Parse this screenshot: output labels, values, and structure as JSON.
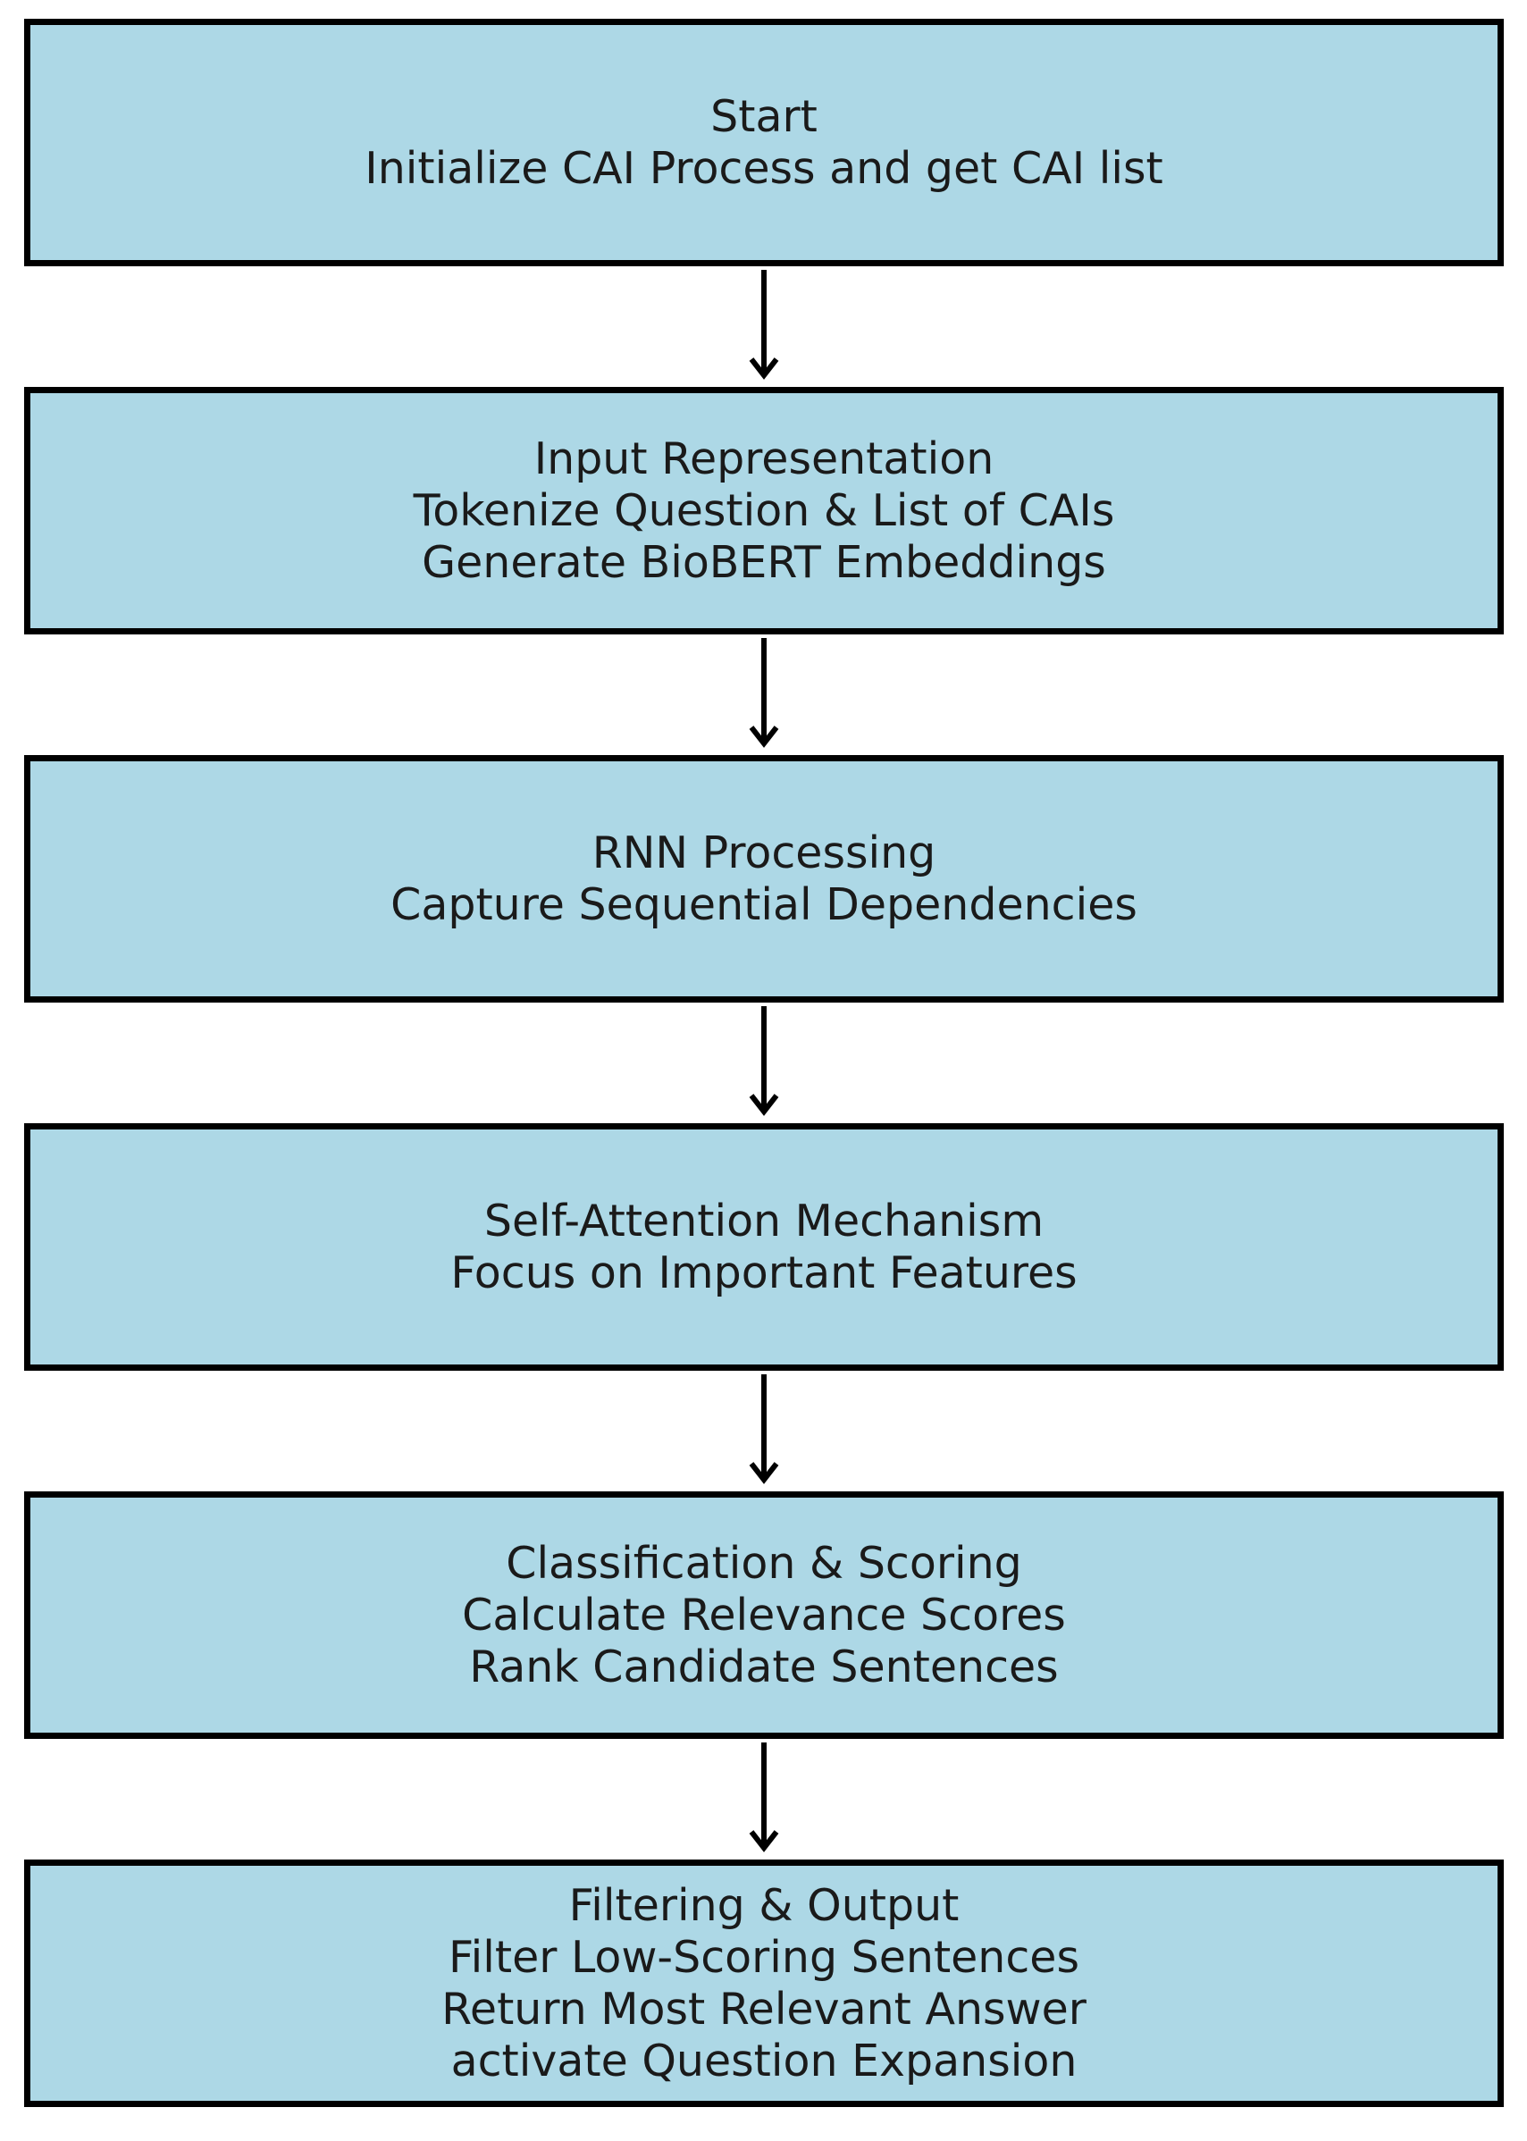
{
  "diagram": {
    "steps": [
      {
        "lines": [
          "Start",
          "Initialize CAI Process and get CAI list"
        ]
      },
      {
        "lines": [
          "Input Representation",
          "Tokenize Question & List of CAIs",
          "Generate BioBERT Embeddings"
        ]
      },
      {
        "lines": [
          "RNN Processing",
          "Capture Sequential Dependencies"
        ]
      },
      {
        "lines": [
          "Self-Attention Mechanism",
          "Focus on Important Features"
        ]
      },
      {
        "lines": [
          "Classification & Scoring",
          "Calculate Relevance Scores",
          "Rank Candidate Sentences"
        ]
      },
      {
        "lines": [
          "Filtering & Output",
          "Filter Low-Scoring Sentences",
          "Return Most Relevant Answer",
          "activate Question Expansion"
        ]
      }
    ],
    "colors": {
      "box_fill": "#add8e6",
      "box_border": "#000000",
      "arrow": "#000000",
      "text": "#1a1a1a"
    }
  }
}
